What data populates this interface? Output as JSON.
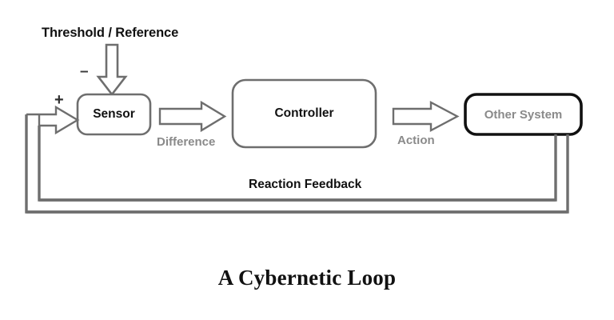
{
  "diagram": {
    "title": "A Cybernetic Loop",
    "nodes": [
      {
        "id": "sensor",
        "label": "Sensor",
        "shape": "rounded-rect",
        "border_color": "#6e6e6e",
        "text_color": "#111111"
      },
      {
        "id": "controller",
        "label": "Controller",
        "shape": "rounded-rect",
        "border_color": "#6e6e6e",
        "text_color": "#111111"
      },
      {
        "id": "other_system",
        "label": "Other System",
        "shape": "rounded-rect",
        "border_color": "#000000",
        "text_color": "#8a8a8a"
      }
    ],
    "inputs": {
      "threshold_label": "Threshold / Reference",
      "minus_sign": "–",
      "plus_sign": "+"
    },
    "edge_labels": {
      "difference": "Difference",
      "action": "Action",
      "feedback": "Reaction Feedback"
    },
    "colors": {
      "arrow_outline": "#6e6e6e",
      "line": "#6e6e6e",
      "node_border_gray": "#6e6e6e",
      "node_border_black": "#111111",
      "text_dark": "#111111",
      "text_gray": "#8a8a8a",
      "background": "#ffffff"
    }
  }
}
